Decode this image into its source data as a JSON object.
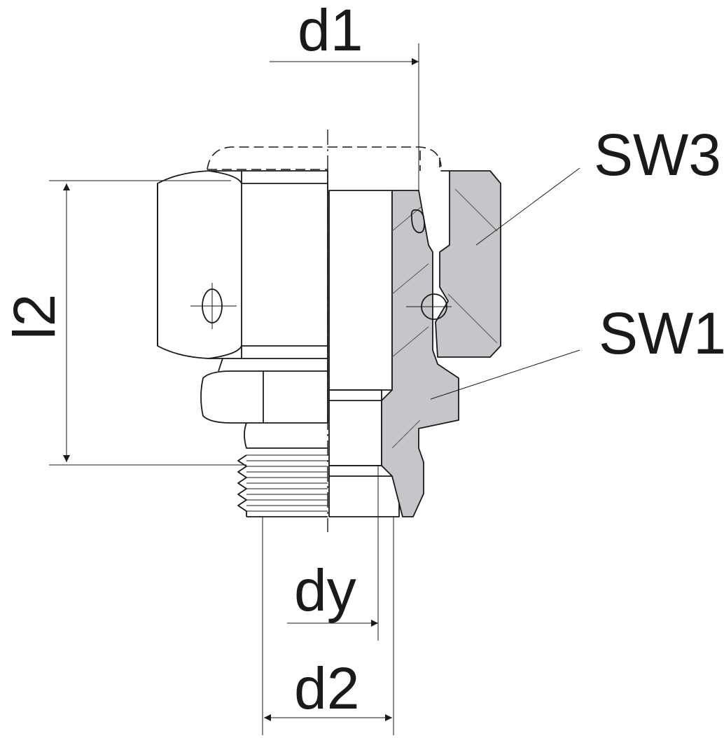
{
  "diagram": {
    "labels": {
      "d1": "d1",
      "sw3": "SW3",
      "sw1": "SW1",
      "l2": "l2",
      "dy": "dy",
      "d2": "d2"
    },
    "colors": {
      "line": "#1a1a1a",
      "section_fill": "#c4c6c9",
      "background": "#ffffff"
    }
  }
}
